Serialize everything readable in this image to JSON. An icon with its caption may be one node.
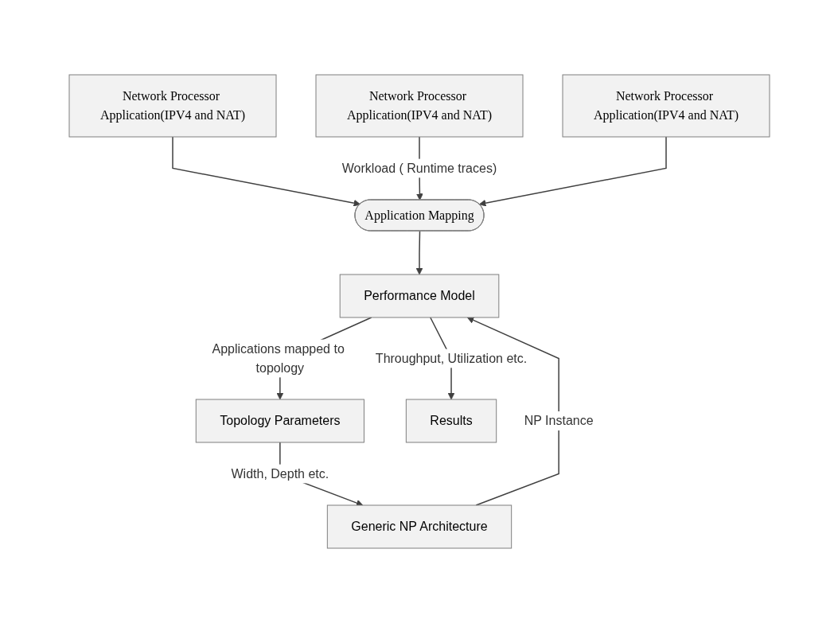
{
  "diagram": {
    "nodes": [
      {
        "text": [
          "Network Processor Application(IPV4 and NAT)"
        ]
      },
      {
        "text": [
          "Network Processor Application(IPV4 and NAT)"
        ]
      },
      {
        "text": [
          "Network Processor Application(IPV4 and NAT)"
        ]
      },
      {
        "text": [
          "Application Mapping"
        ]
      },
      {
        "text": [
          "Topology Parameters"
        ]
      },
      {
        "text": [
          "Performance Model"
        ]
      },
      {
        "text": [
          "Generic NP Architecture"
        ]
      },
      {
        "text": [
          "Results"
        ]
      }
    ],
    "edges": [
      {
        "from": 0,
        "to": 3,
        "arrow": "to"
      },
      {
        "from": 1,
        "to": 3,
        "arrow": "to",
        "label": "Workload ( Runtime traces)"
      },
      {
        "from": 2,
        "to": 3,
        "arrow": "to"
      },
      {
        "from": 3,
        "to": 5,
        "arrow": "to"
      },
      {
        "from": 5,
        "to": 4,
        "arrow": "to",
        "label": "Applications mapped to topology"
      },
      {
        "from": 4,
        "to": 6,
        "arrow": "to",
        "label": "Width, Depth etc."
      },
      {
        "from": 6,
        "to": 5,
        "arrow": "to",
        "label": "NP Instance"
      },
      {
        "from": 5,
        "to": 7,
        "arrow": "to",
        "label": "Throughput, Utilization etc."
      }
    ]
  }
}
